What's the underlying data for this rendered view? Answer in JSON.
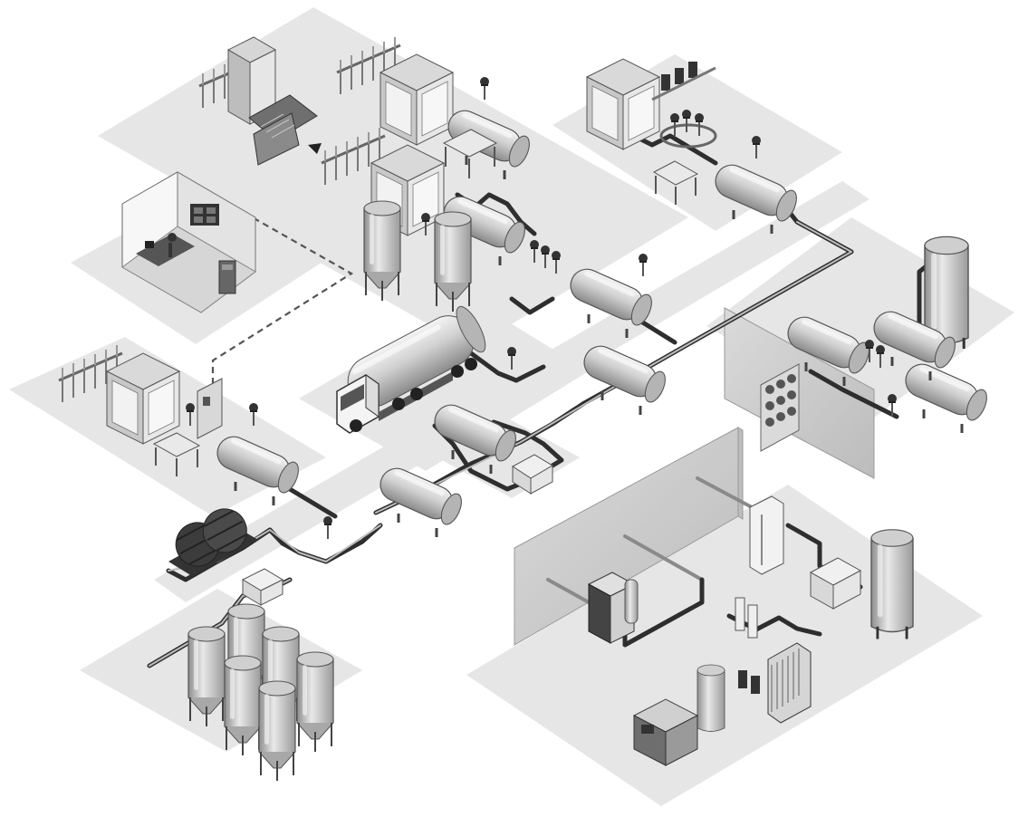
{
  "diagram": {
    "kind": "isometric gas distribution system illustration",
    "colors": {
      "platform": "#e6e6e6",
      "pipe": "#2e2e2e",
      "tank": "#bfbfbf",
      "wall": "#cfcfcf"
    },
    "zones": [
      "bottling-stations",
      "control-room",
      "lab-cabinets",
      "truck-delivery",
      "filling-station",
      "storage-tanks",
      "barrel-storage",
      "fermentation-vessels",
      "compressor-room"
    ]
  }
}
